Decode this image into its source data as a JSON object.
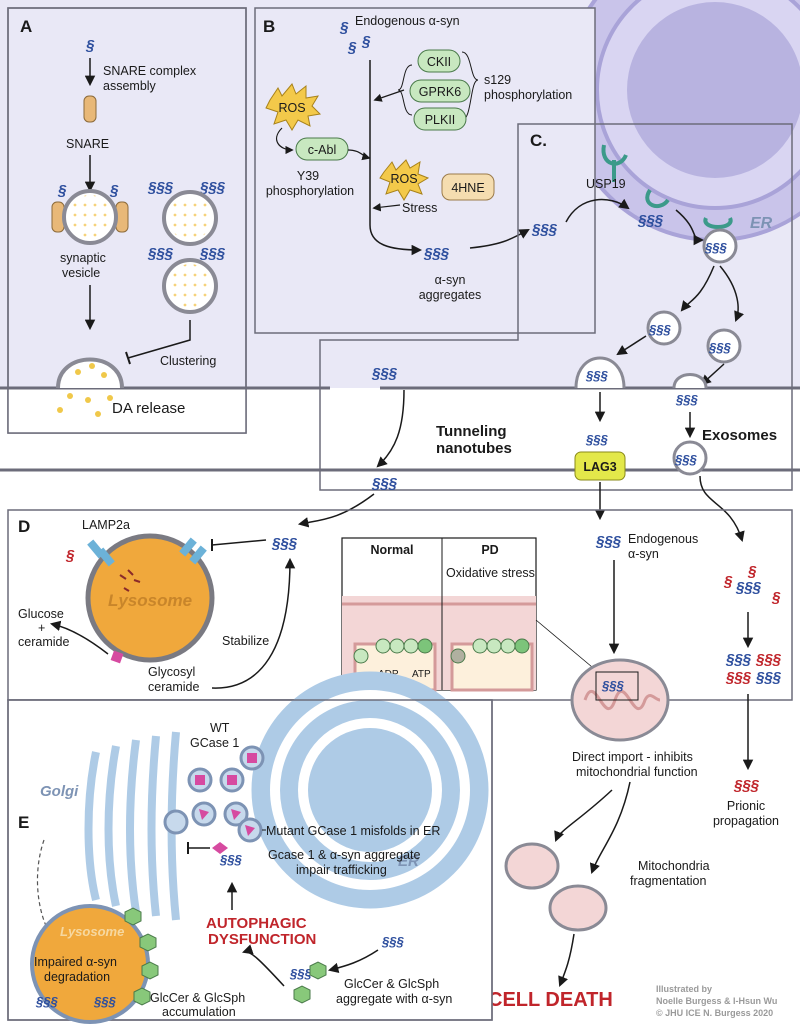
{
  "panels": {
    "a": "A",
    "b": "B",
    "c": "C.",
    "d": "D",
    "e": "E"
  },
  "panel_a": {
    "snare_complex": "SNARE complex",
    "assembly": "assembly",
    "snare": "SNARE",
    "synaptic": "synaptic",
    "vesicle": "vesicle",
    "clustering": "Clustering",
    "da_release": "DA release"
  },
  "panel_b": {
    "endogenous": "Endogenous α-syn",
    "ckii": "CKII",
    "gprk6": "GPRK6",
    "plkii": "PLKII",
    "s129_1": "s129",
    "s129_2": "phosphorylation",
    "ros": "ROS",
    "cabl": "c-Abl",
    "y39_1": "Y39",
    "y39_2": "phosphorylation",
    "ros2": "ROS",
    "hne": "4HNE",
    "stress": "Stress",
    "agg_1": "α-syn",
    "agg_2": "aggregates"
  },
  "panel_c": {
    "usp19": "USP19",
    "er": "ER",
    "tunneling_1": "Tunneling",
    "tunneling_2": "nanotubes",
    "lag3": "LAG3",
    "exosomes": "Exosomes"
  },
  "panel_d": {
    "lamp2a": "LAMP2a",
    "lysosome": "Lysosome",
    "glucose_1": "Glucose",
    "glucose_2": "+",
    "glucose_3": "ceramide",
    "glycosyl_1": "Glycosyl",
    "glycosyl_2": "ceramide",
    "stabilize": "Stabilize"
  },
  "mito": {
    "endog_1": "Endogenous",
    "endog_2": "α-syn",
    "normal": "Normal",
    "pd": "PD",
    "oxidative": "Oxidative stress",
    "adp": "ADP",
    "atp": "ATP",
    "import_1": "Direct import - inhibits",
    "import_2": "mitochondrial function",
    "frag_1": "Mitochondria",
    "frag_2": "fragmentation",
    "cell_death": "CELL DEATH"
  },
  "prion": {
    "line1": "Prionic",
    "line2": "propagation"
  },
  "panel_e": {
    "golgi": "Golgi",
    "er": "ER",
    "wt_1": "WT",
    "wt_2": "GCase 1",
    "mutant": "Mutant GCase 1 misfolds in ER",
    "gcase_1": "Gcase 1 & α-syn aggregate",
    "gcase_2": "impair trafficking",
    "autophagic_1": "AUTOPHAGIC",
    "autophagic_2": "DYSFUNCTION",
    "lysosome": "Lysosome",
    "impaired_1": "Impaired α-syn",
    "impaired_2": "degradation",
    "glccer_acc_1": "GlcCer & GlcSph",
    "glccer_acc_2": "accumulation",
    "glccer_agg_1": "GlcCer & GlcSph",
    "glccer_agg_2": "aggregate with α-syn"
  },
  "credits": {
    "line1": "Illustrated by",
    "line2": "Noelle Burgess & I-Hsun Wu",
    "line3": "© JHU ICE N. Burgess 2020"
  },
  "glyphs": {
    "syn1": "§",
    "syn3": "§§§"
  },
  "colors": {
    "membrane": "#e9e8f6",
    "lavender": "#b8b3e0",
    "golgi_blue": "#aecbe6",
    "lysosome": "#f0a83c",
    "alpha_syn": "#2e4f9e",
    "prion_red": "#c0252b",
    "kinase_green": "#c8e8c0",
    "ros_yellow": "#f3c94a"
  }
}
